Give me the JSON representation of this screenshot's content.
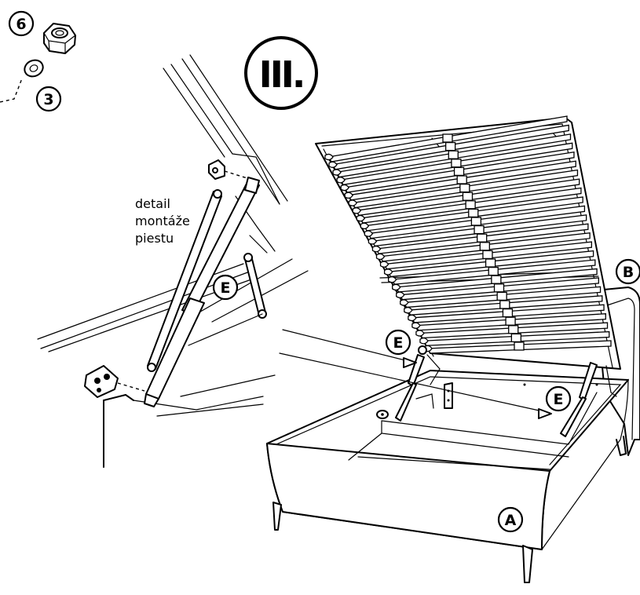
{
  "step_label": "III.",
  "detail_caption": [
    "detail",
    "montáže",
    "piestu"
  ],
  "part_labels": {
    "nut_count": "6",
    "washer_count": "3",
    "gas_spring": "E",
    "base": "A",
    "headboard": "B"
  }
}
